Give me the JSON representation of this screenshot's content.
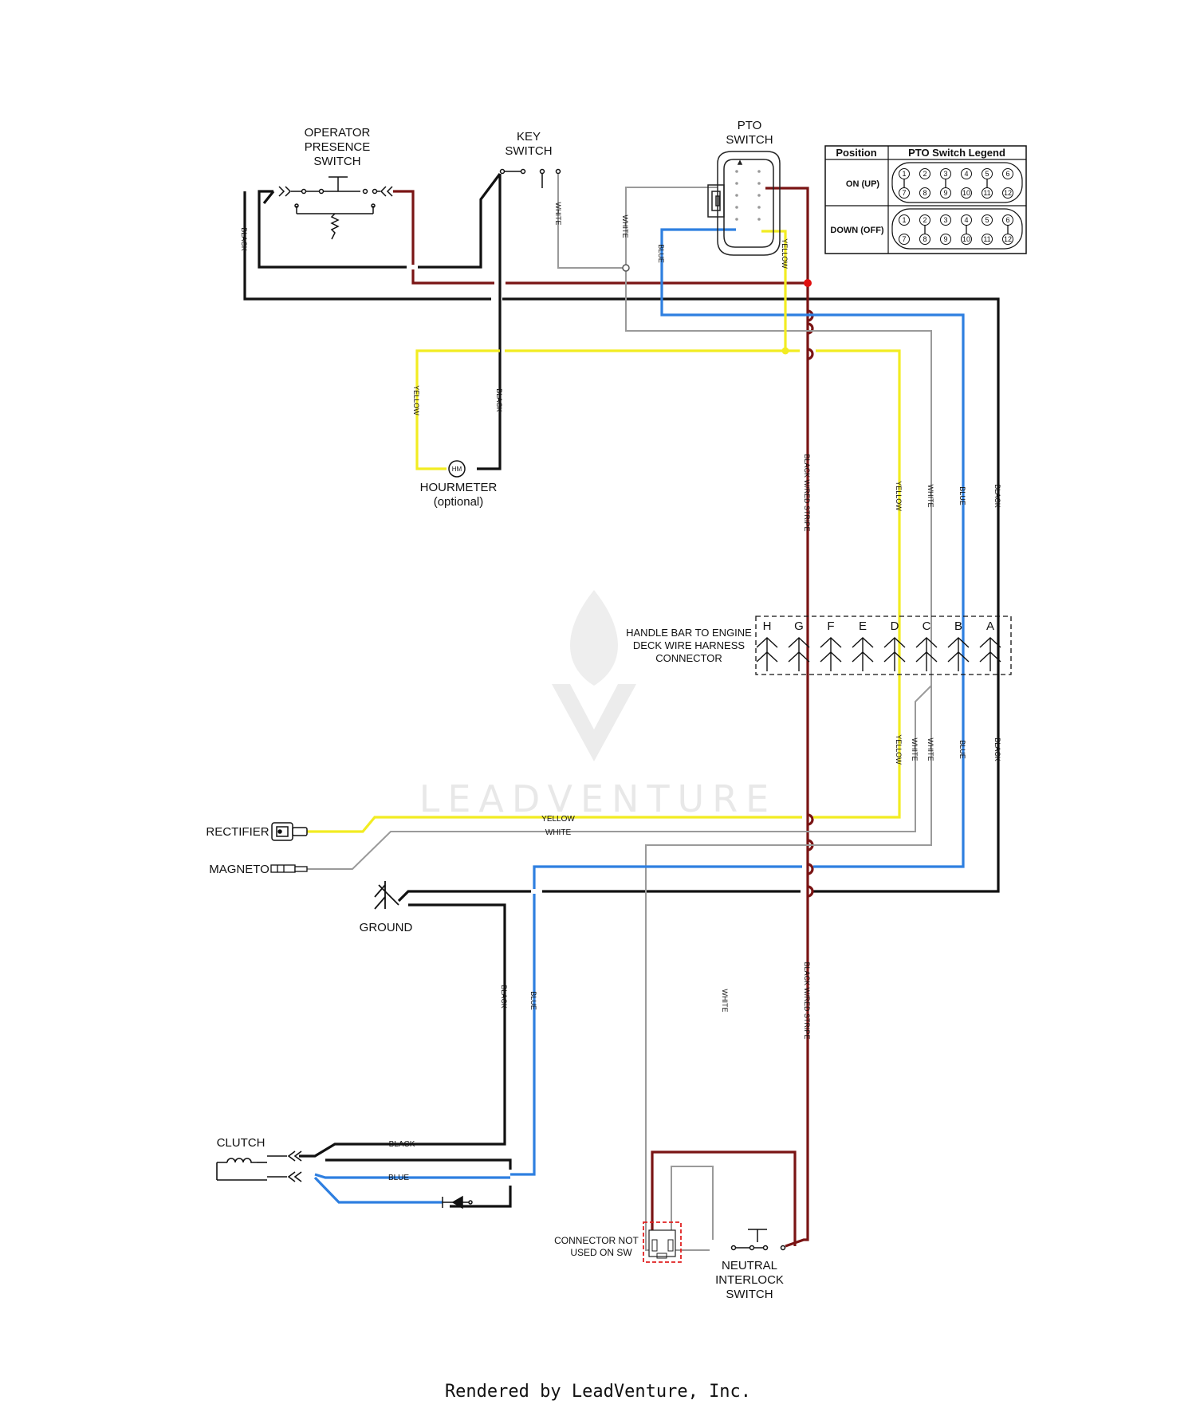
{
  "labels": {
    "operator_presence_switch": [
      "OPERATOR",
      "PRESENCE",
      "SWITCH"
    ],
    "key_switch": [
      "KEY",
      "SWITCH"
    ],
    "pto_switch": [
      "PTO",
      "SWITCH"
    ],
    "hourmeter": "HOURMETER",
    "hourmeter_optional": "(optional)",
    "hm_symbol": "HM",
    "harness_connector": [
      "HANDLE BAR TO ENGINE",
      "DECK WIRE HARNESS",
      "CONNECTOR"
    ],
    "rectifier": "RECTIFIER",
    "magneto": "MAGNETO",
    "ground": "GROUND",
    "clutch": "CLUTCH",
    "connector_not_used": [
      "CONNECTOR NOT",
      "USED ON SW"
    ],
    "neutral_interlock_switch": [
      "NEUTRAL",
      "INTERLOCK",
      "SWITCH"
    ]
  },
  "wire_colors": {
    "black": "BLACK",
    "white": "WHITE",
    "blue": "BLUE",
    "yellow": "YELLOW",
    "black_red_stripe": "BLACK W/RED STRIPE"
  },
  "colors": {
    "black": "#111111",
    "red": "#7a1414",
    "blue": "#2e7fe0",
    "yellow": "#f2ec22",
    "white_wire": "#9a9a9a",
    "dot_red": "#e01010",
    "connector_box": "#e02020"
  },
  "connector_pins": [
    "H",
    "G",
    "F",
    "E",
    "D",
    "C",
    "B",
    "A"
  ],
  "legend": {
    "col_position": "Position",
    "col_legend": "PTO Switch Legend",
    "row_on": "ON (UP)",
    "row_down": "DOWN (OFF)",
    "top_numbers": [
      "1",
      "2",
      "3",
      "4",
      "5",
      "6"
    ],
    "bottom_numbers": [
      "7",
      "8",
      "9",
      "10",
      "11",
      "12"
    ]
  },
  "watermark": "LEADVENTURE",
  "footer": "Rendered by LeadVenture, Inc."
}
